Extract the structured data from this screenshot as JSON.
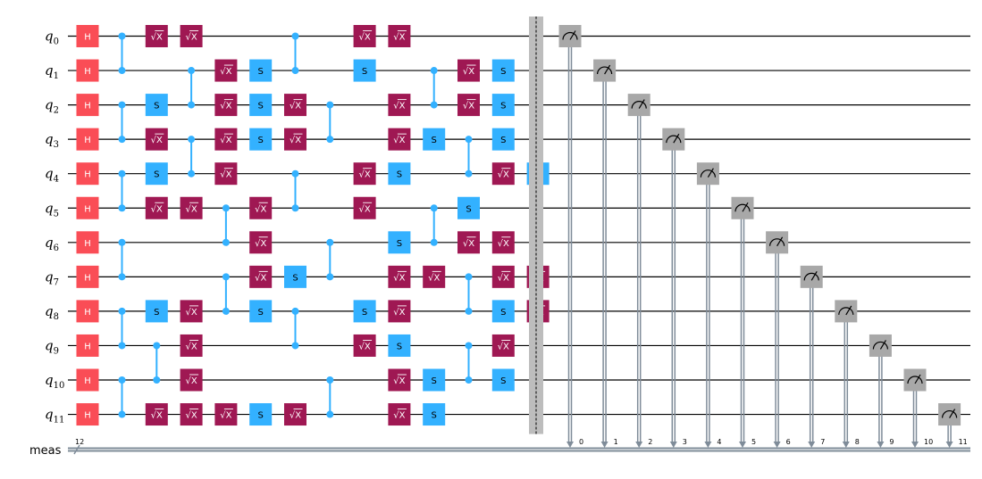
{
  "qubits": [
    {
      "symbol": "q",
      "index": "0"
    },
    {
      "symbol": "q",
      "index": "1"
    },
    {
      "symbol": "q",
      "index": "2"
    },
    {
      "symbol": "q",
      "index": "3"
    },
    {
      "symbol": "q",
      "index": "4"
    },
    {
      "symbol": "q",
      "index": "5"
    },
    {
      "symbol": "q",
      "index": "6"
    },
    {
      "symbol": "q",
      "index": "7"
    },
    {
      "symbol": "q",
      "index": "8"
    },
    {
      "symbol": "q",
      "index": "9"
    },
    {
      "symbol": "q",
      "index": "10"
    },
    {
      "symbol": "q",
      "index": "11"
    }
  ],
  "classical_register": {
    "label": "meas",
    "size": "12"
  },
  "colors": {
    "h": "#fa4d56",
    "sx": "#9f1853",
    "s": "#33b1ff",
    "control": "#33b1ff",
    "measure": "#a8a8a8",
    "barrier": "#bdbdbd",
    "creg": "#7f8c99"
  },
  "gate_labels": {
    "h": "H",
    "s": "S",
    "sx": "√X"
  },
  "moments": [
    {
      "col": 0,
      "ops": [
        {
          "g": "h",
          "q": [
            0
          ]
        },
        {
          "g": "h",
          "q": [
            1
          ]
        },
        {
          "g": "h",
          "q": [
            2
          ]
        },
        {
          "g": "h",
          "q": [
            3
          ]
        },
        {
          "g": "h",
          "q": [
            4
          ]
        },
        {
          "g": "h",
          "q": [
            5
          ]
        },
        {
          "g": "h",
          "q": [
            6
          ]
        },
        {
          "g": "h",
          "q": [
            7
          ]
        },
        {
          "g": "h",
          "q": [
            8
          ]
        },
        {
          "g": "h",
          "q": [
            9
          ]
        },
        {
          "g": "h",
          "q": [
            10
          ]
        },
        {
          "g": "h",
          "q": [
            11
          ]
        }
      ]
    },
    {
      "col": 1,
      "ops": [
        {
          "g": "cz",
          "q": [
            0,
            1
          ]
        },
        {
          "g": "cz",
          "q": [
            2,
            3
          ]
        },
        {
          "g": "cz",
          "q": [
            4,
            5
          ]
        },
        {
          "g": "cz",
          "q": [
            6,
            7
          ]
        },
        {
          "g": "cz",
          "q": [
            8,
            9
          ]
        },
        {
          "g": "cz",
          "q": [
            10,
            11
          ]
        }
      ]
    },
    {
      "col": 2,
      "ops": [
        {
          "g": "sx",
          "q": [
            0
          ]
        },
        {
          "g": "s",
          "q": [
            2
          ]
        },
        {
          "g": "sx",
          "q": [
            3
          ]
        },
        {
          "g": "s",
          "q": [
            4
          ]
        },
        {
          "g": "sx",
          "q": [
            5
          ]
        },
        {
          "g": "s",
          "q": [
            8
          ]
        },
        {
          "g": "sx",
          "q": [
            11
          ]
        },
        {
          "g": "cz",
          "q": [
            9,
            10
          ]
        }
      ]
    },
    {
      "col": 3,
      "ops": [
        {
          "g": "sx",
          "q": [
            0
          ]
        },
        {
          "g": "cz",
          "q": [
            1,
            2
          ]
        },
        {
          "g": "cz",
          "q": [
            3,
            4
          ]
        },
        {
          "g": "sx",
          "q": [
            5
          ]
        },
        {
          "g": "sx",
          "q": [
            8
          ]
        },
        {
          "g": "sx",
          "q": [
            9
          ]
        },
        {
          "g": "sx",
          "q": [
            10
          ]
        },
        {
          "g": "sx",
          "q": [
            11
          ]
        }
      ]
    },
    {
      "col": 4,
      "ops": [
        {
          "g": "sx",
          "q": [
            1
          ]
        },
        {
          "g": "sx",
          "q": [
            2
          ]
        },
        {
          "g": "sx",
          "q": [
            3
          ]
        },
        {
          "g": "sx",
          "q": [
            4
          ]
        },
        {
          "g": "cz",
          "q": [
            5,
            6
          ]
        },
        {
          "g": "cz",
          "q": [
            7,
            8
          ]
        },
        {
          "g": "sx",
          "q": [
            11
          ]
        }
      ]
    },
    {
      "col": 5,
      "ops": [
        {
          "g": "s",
          "q": [
            1
          ]
        },
        {
          "g": "s",
          "q": [
            2
          ]
        },
        {
          "g": "s",
          "q": [
            3
          ]
        },
        {
          "g": "sx",
          "q": [
            5
          ]
        },
        {
          "g": "sx",
          "q": [
            6
          ]
        },
        {
          "g": "sx",
          "q": [
            7
          ]
        },
        {
          "g": "s",
          "q": [
            8
          ]
        },
        {
          "g": "s",
          "q": [
            11
          ]
        }
      ]
    },
    {
      "col": 6,
      "ops": [
        {
          "g": "cz",
          "q": [
            0,
            1
          ]
        },
        {
          "g": "sx",
          "q": [
            2
          ]
        },
        {
          "g": "sx",
          "q": [
            3
          ]
        },
        {
          "g": "cz",
          "q": [
            4,
            5
          ]
        },
        {
          "g": "s",
          "q": [
            7
          ]
        },
        {
          "g": "cz",
          "q": [
            8,
            9
          ]
        },
        {
          "g": "sx",
          "q": [
            11
          ]
        }
      ]
    },
    {
      "col": 7,
      "ops": [
        {
          "g": "cz",
          "q": [
            2,
            3
          ]
        },
        {
          "g": "cz",
          "q": [
            6,
            7
          ]
        },
        {
          "g": "cz",
          "q": [
            10,
            11
          ]
        }
      ]
    },
    {
      "col": 8,
      "ops": [
        {
          "g": "sx",
          "q": [
            0
          ]
        },
        {
          "g": "s",
          "q": [
            1
          ]
        },
        {
          "g": "sx",
          "q": [
            4
          ]
        },
        {
          "g": "sx",
          "q": [
            5
          ]
        },
        {
          "g": "s",
          "q": [
            8
          ]
        },
        {
          "g": "sx",
          "q": [
            9
          ]
        }
      ]
    },
    {
      "col": 9,
      "ops": [
        {
          "g": "sx",
          "q": [
            0
          ]
        },
        {
          "g": "sx",
          "q": [
            2
          ]
        },
        {
          "g": "sx",
          "q": [
            3
          ]
        },
        {
          "g": "s",
          "q": [
            4
          ]
        },
        {
          "g": "s",
          "q": [
            6
          ]
        },
        {
          "g": "sx",
          "q": [
            7
          ]
        },
        {
          "g": "sx",
          "q": [
            8
          ]
        },
        {
          "g": "s",
          "q": [
            9
          ]
        },
        {
          "g": "sx",
          "q": [
            10
          ]
        },
        {
          "g": "sx",
          "q": [
            11
          ]
        }
      ]
    },
    {
      "col": 10,
      "ops": [
        {
          "g": "cz",
          "q": [
            1,
            2
          ]
        },
        {
          "g": "s",
          "q": [
            3
          ]
        },
        {
          "g": "cz",
          "q": [
            5,
            6
          ]
        },
        {
          "g": "sx",
          "q": [
            7
          ]
        },
        {
          "g": "s",
          "q": [
            10
          ]
        },
        {
          "g": "s",
          "q": [
            11
          ]
        }
      ]
    },
    {
      "col": 11,
      "ops": [
        {
          "g": "sx",
          "q": [
            1
          ]
        },
        {
          "g": "sx",
          "q": [
            2
          ]
        },
        {
          "g": "cz",
          "q": [
            3,
            4
          ]
        },
        {
          "g": "s",
          "q": [
            5
          ]
        },
        {
          "g": "sx",
          "q": [
            6
          ]
        },
        {
          "g": "cz",
          "q": [
            7,
            8
          ]
        },
        {
          "g": "cz",
          "q": [
            9,
            10
          ]
        }
      ]
    },
    {
      "col": 12,
      "ops": [
        {
          "g": "s",
          "q": [
            1
          ]
        },
        {
          "g": "s",
          "q": [
            2
          ]
        },
        {
          "g": "s",
          "q": [
            3
          ]
        },
        {
          "g": "sx",
          "q": [
            4
          ]
        },
        {
          "g": "sx",
          "q": [
            6
          ]
        },
        {
          "g": "sx",
          "q": [
            7
          ]
        },
        {
          "g": "s",
          "q": [
            8
          ]
        },
        {
          "g": "sx",
          "q": [
            9
          ]
        },
        {
          "g": "s",
          "q": [
            10
          ]
        }
      ]
    },
    {
      "col": 13,
      "ops": [
        {
          "g": "s",
          "q": [
            4
          ]
        },
        {
          "g": "sx",
          "q": [
            7
          ]
        },
        {
          "g": "sx",
          "q": [
            8
          ]
        }
      ]
    }
  ],
  "measurements": [
    {
      "q": 0,
      "c": "0"
    },
    {
      "q": 1,
      "c": "1"
    },
    {
      "q": 2,
      "c": "2"
    },
    {
      "q": 3,
      "c": "3"
    },
    {
      "q": 4,
      "c": "4"
    },
    {
      "q": 5,
      "c": "5"
    },
    {
      "q": 6,
      "c": "6"
    },
    {
      "q": 7,
      "c": "7"
    },
    {
      "q": 8,
      "c": "8"
    },
    {
      "q": 9,
      "c": "9"
    },
    {
      "q": 10,
      "c": "10"
    },
    {
      "q": 11,
      "c": "11"
    }
  ]
}
